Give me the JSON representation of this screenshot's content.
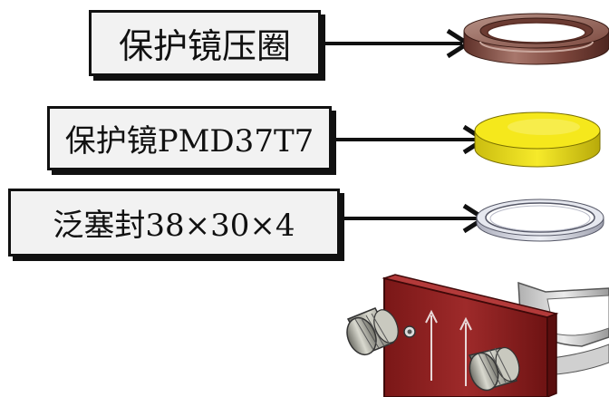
{
  "callouts": [
    {
      "label": "保护镜压圈"
    },
    {
      "label": "保护镜PMD37T7"
    },
    {
      "label": "泛塞封38×30×4"
    }
  ],
  "parts": [
    {
      "name": "retaining ring",
      "color": "#8a4e44"
    },
    {
      "name": "protective lens",
      "color": "#f2e51a"
    },
    {
      "name": "seal ring",
      "color": "#d9d9e3"
    },
    {
      "name": "clamp bracket",
      "color": "#8e1f1f"
    }
  ]
}
